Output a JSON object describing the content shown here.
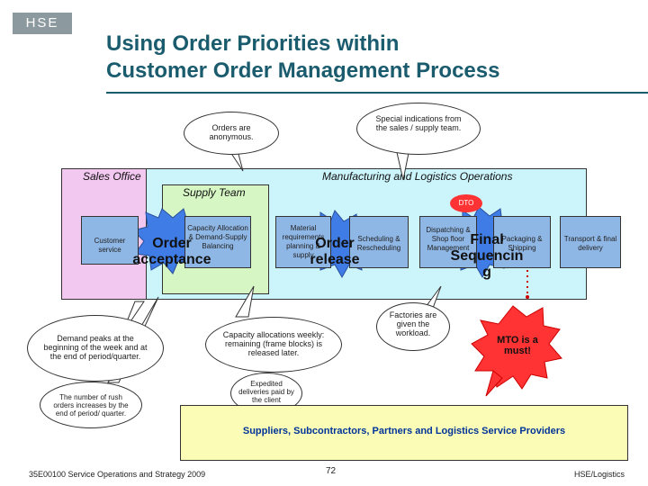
{
  "header": {
    "logo": "HSE",
    "title_line1": "Using Order Priorities within",
    "title_line2": "Customer Order Management Process"
  },
  "callouts": {
    "anonymous": "Orders are anonymous.",
    "special": "Special indications from the sales / supply team.",
    "demand": "Demand peaks at the beginning of the week and at the end of period/quarter.",
    "rush": "The number of rush orders increases by the end of period/ quarter.",
    "capacity_weekly": "Capacity allocations weekly: remaining (frame blocks) is released later.",
    "expedited": "Expedited deliveries paid by the client",
    "factories": "Factories are given the workload.",
    "mto": "MTO is a must!"
  },
  "areas": {
    "sales_office": "Sales Office",
    "manufacturing": "Manufacturing and Logistics Operations",
    "supply_team": "Supply Team",
    "dto": "DTO"
  },
  "processes": {
    "customer_service": "Customer service",
    "capacity": "Capacity Allocation & Demand-Supply Balancing",
    "material": "Material requirements planning & supply",
    "scheduling": "Scheduling & Rescheduling",
    "dispatching": "Dispatching & Shop floor Management",
    "packaging": "Packaging & Shipping",
    "transport": "Transport & final delivery"
  },
  "stars": {
    "order_acceptance_1": "Order",
    "order_acceptance_2": "acceptance",
    "order_release_1": "Order",
    "order_release_2": "release",
    "final_seq_1": "Final",
    "final_seq_2": "Sequencin",
    "final_seq_3": "g"
  },
  "bottom": {
    "suppliers": "Suppliers, Subcontractors, Partners and Logistics Service Providers"
  },
  "footer": {
    "course": "35E00100 Service Operations and Strategy 2009",
    "page": "72",
    "brand": "HSE/Logistics"
  }
}
